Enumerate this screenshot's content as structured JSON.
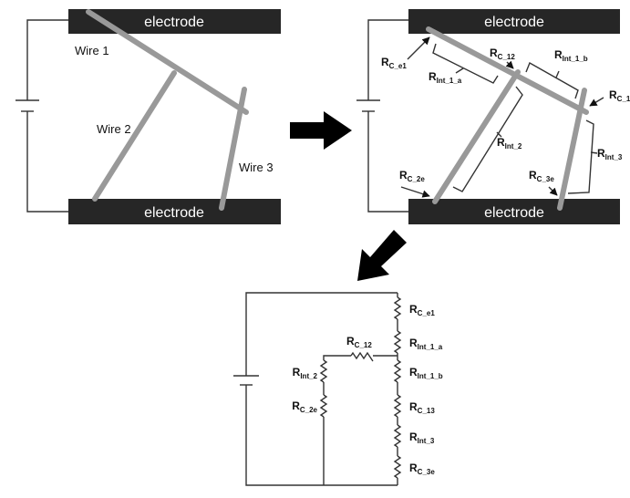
{
  "left_panel": {
    "electrode_top": "electrode",
    "electrode_bottom": "electrode",
    "wires": [
      "Wire 1",
      "Wire 2",
      "Wire 3"
    ]
  },
  "right_panel": {
    "electrode_top": "electrode",
    "electrode_bottom": "electrode",
    "labels": {
      "rce1": {
        "main": "R",
        "sub": "C_e1"
      },
      "rc12": {
        "main": "R",
        "sub": "C_12"
      },
      "rint1a": {
        "main": "R",
        "sub": "Int_1_a"
      },
      "rint1b": {
        "main": "R",
        "sub": "Int_1_b"
      },
      "rc13": {
        "main": "R",
        "sub": "C_1"
      },
      "rint2": {
        "main": "R",
        "sub": "Int_2"
      },
      "rint3": {
        "main": "R",
        "sub": "Int_3"
      },
      "rc2e": {
        "main": "R",
        "sub": "C_2e"
      },
      "rc3e": {
        "main": "R",
        "sub": "C_3e"
      }
    }
  },
  "circuit": {
    "labels": {
      "rce1": {
        "main": "R",
        "sub": "C_e1"
      },
      "rint1a": {
        "main": "R",
        "sub": "Int_1_a"
      },
      "rc12": {
        "main": "R",
        "sub": "C_12"
      },
      "rint1b": {
        "main": "R",
        "sub": "Int_1_b"
      },
      "rc13": {
        "main": "R",
        "sub": "C_13"
      },
      "rint3": {
        "main": "R",
        "sub": "Int_3"
      },
      "rc3e": {
        "main": "R",
        "sub": "C_3e"
      },
      "rint2": {
        "main": "R",
        "sub": "Int_2"
      },
      "rc2e": {
        "main": "R",
        "sub": "C_2e"
      }
    }
  }
}
